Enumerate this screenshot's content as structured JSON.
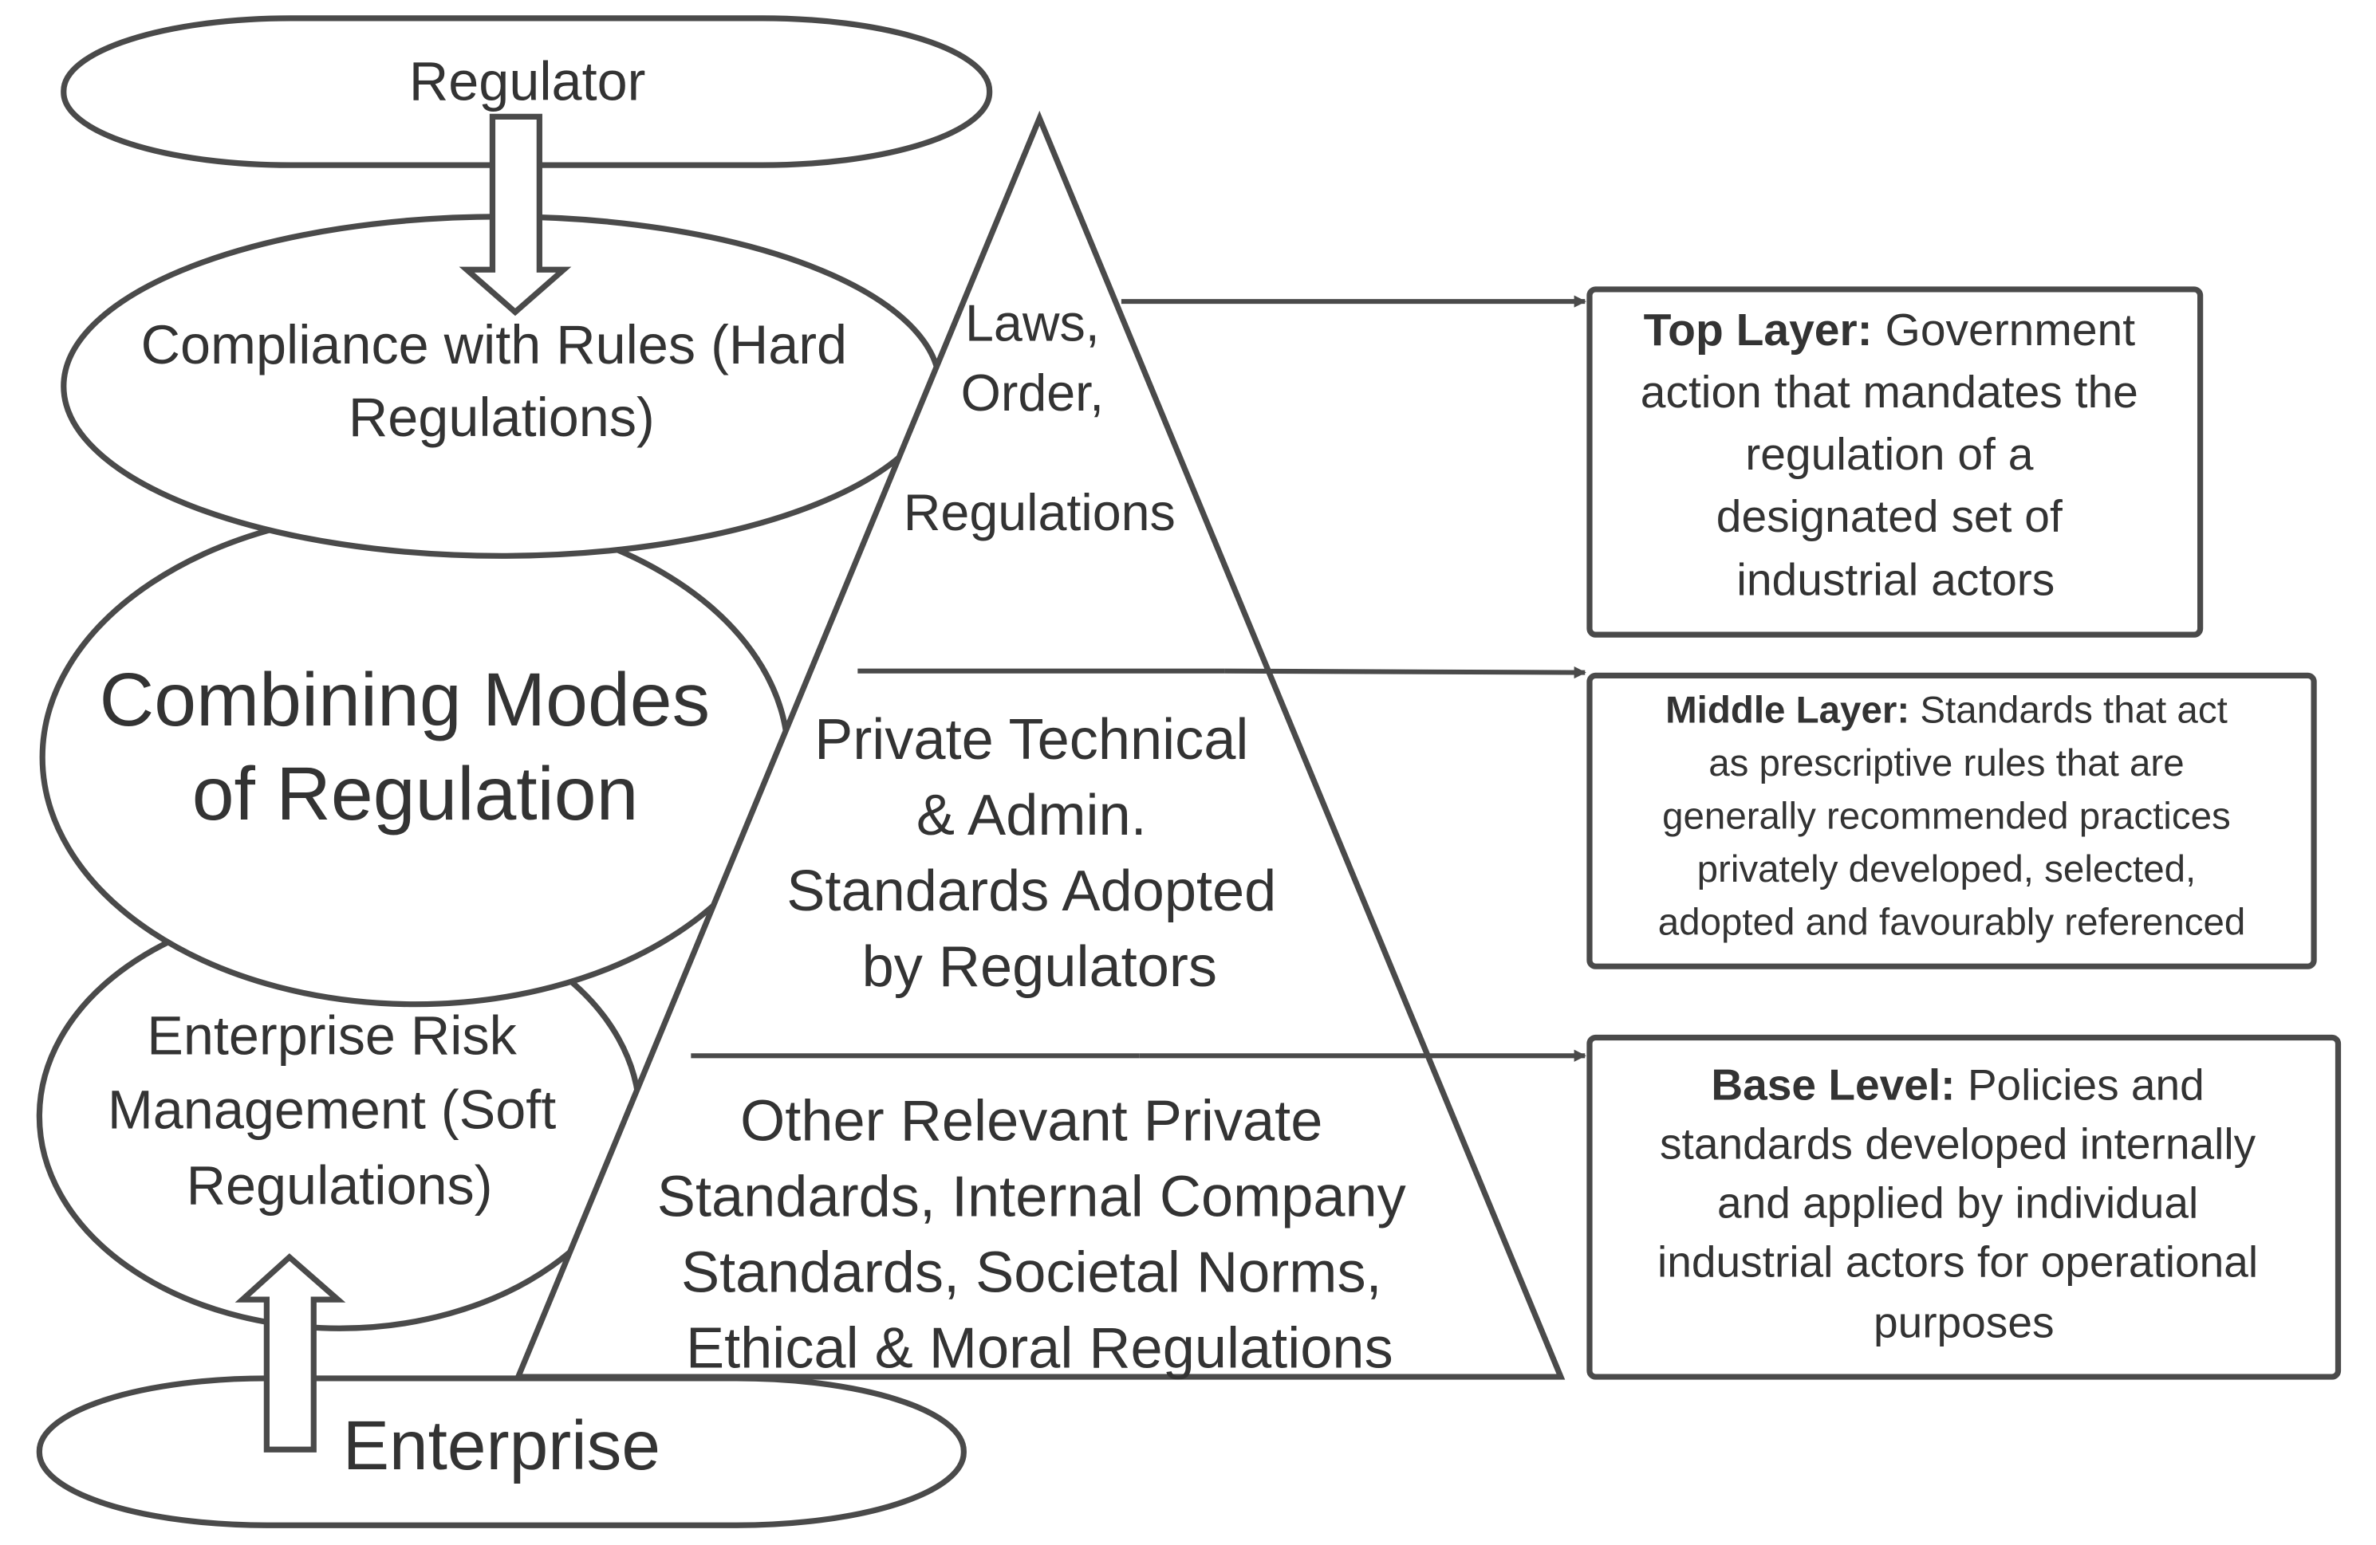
{
  "colors": {
    "stroke": "#4a4a4a",
    "text": "#333333",
    "background": "#ffffff"
  },
  "left_column": {
    "regulator": "Regulator",
    "hard_regulations": [
      "Compliance with Rules (Hard",
      "Regulations)"
    ],
    "combining_modes": [
      "Combining Modes",
      "of Regulation"
    ],
    "soft_regulations": [
      "Enterprise Risk",
      "Management (Soft",
      "Regulations)"
    ],
    "enterprise": "Enterprise"
  },
  "pyramid": {
    "top_tier": [
      "Laws,",
      "Order,",
      "Regulations"
    ],
    "middle_tier": [
      "Private Technical",
      "& Admin.",
      "Standards Adopted",
      "by Regulators"
    ],
    "base_tier": [
      "Other Relevant Private",
      "Standards, Internal Company",
      "Standards, Societal Norms,",
      "Ethical & Moral Regulations"
    ]
  },
  "descriptions": {
    "top": {
      "heading": "Top Layer:",
      "lines": [
        " Government",
        "action that mandates the",
        "regulation of a",
        "designated set of",
        "industrial actors"
      ]
    },
    "middle": {
      "heading": "Middle Layer:",
      "lines": [
        " Standards that act",
        "as prescriptive rules that are",
        "generally recommended practices",
        "privately developed, selected,",
        "adopted and favourably referenced"
      ]
    },
    "base": {
      "heading": "Base Level:",
      "lines": [
        " Policies and",
        "standards developed internally",
        "and applied by individual",
        "industrial actors for operational",
        "purposes"
      ]
    }
  }
}
